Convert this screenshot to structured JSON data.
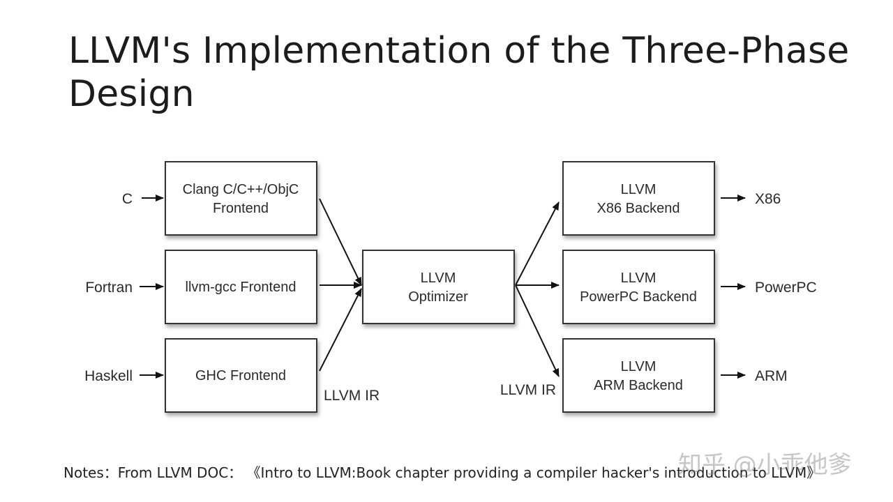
{
  "title": "LLVM's Implementation of the Three-Phase Design",
  "diagram": {
    "inputs": [
      "C",
      "Fortran",
      "Haskell"
    ],
    "frontends": [
      {
        "line1": "Clang C/C++/ObjC",
        "line2": "Frontend"
      },
      {
        "line1": "llvm-gcc Frontend",
        "line2": ""
      },
      {
        "line1": "GHC Frontend",
        "line2": ""
      }
    ],
    "optimizer": {
      "line1": "LLVM",
      "line2": "Optimizer"
    },
    "backends": [
      {
        "line1": "LLVM",
        "line2": "X86 Backend"
      },
      {
        "line1": "LLVM",
        "line2": "PowerPC Backend"
      },
      {
        "line1": "LLVM",
        "line2": "ARM Backend"
      }
    ],
    "outputs": [
      "X86",
      "PowerPC",
      "ARM"
    ],
    "ir_label_left": "LLVM IR",
    "ir_label_right": "LLVM IR"
  },
  "notes": "Notes：From LLVM DOC： 《Intro to LLVM:Book chapter providing a compiler hacker's introduction to LLVM》",
  "watermark": "知乎 @小乖他爹"
}
